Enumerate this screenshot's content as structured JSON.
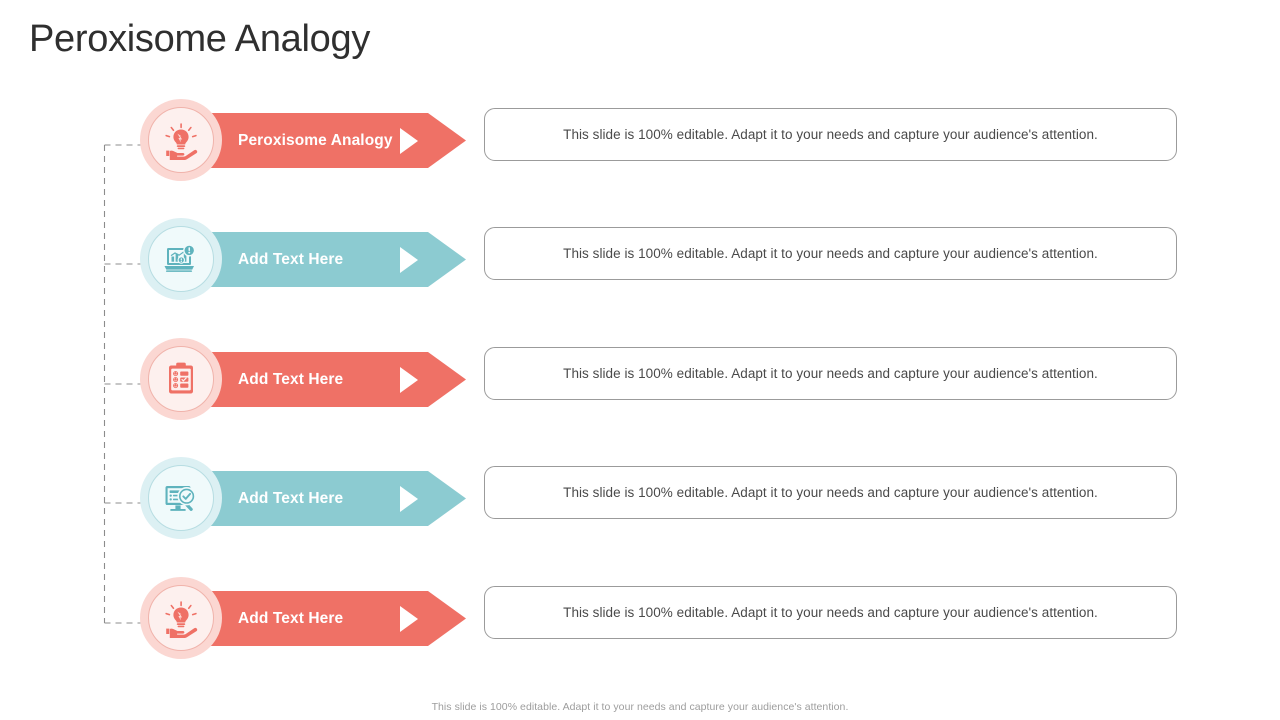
{
  "page_title": "Peroxisome Analogy",
  "footer_note": "This slide is 100% editable. Adapt it to your needs and capture your audience's attention.",
  "colors": {
    "coral": "#EF7166",
    "coral_ring": "#FBD7D2",
    "teal": "#8CCBD1",
    "teal_ring": "#DCF0F3",
    "title": "#2F2F2F",
    "body_text": "#4A4A4A",
    "box_border": "#9B9B9B",
    "connector": "#8C8C8C"
  },
  "rows": [
    {
      "label": "Peroxisome Analogy",
      "theme": "coral",
      "icon": "lightbulb-in-hand-icon",
      "description": "This slide is 100% editable. Adapt it to your needs and capture your audience's attention."
    },
    {
      "label": "Add Text Here",
      "theme": "teal",
      "icon": "laptop-bar-chart-alert-icon",
      "description": "This slide is 100% editable. Adapt it to your needs and capture your audience's attention."
    },
    {
      "label": "Add Text Here",
      "theme": "coral",
      "icon": "clipboard-survey-icon",
      "description": "This slide is 100% editable. Adapt it to your needs and capture your audience's attention."
    },
    {
      "label": "Add Text Here",
      "theme": "teal",
      "icon": "monitor-checklist-magnifier-icon",
      "description": "This slide is 100% editable. Adapt it to your needs and capture your audience's attention."
    },
    {
      "label": "Add Text Here",
      "theme": "coral",
      "icon": "lightbulb-in-hand-icon",
      "description": "This slide is 100% editable. Adapt it to your needs and capture your audience's attention."
    }
  ]
}
